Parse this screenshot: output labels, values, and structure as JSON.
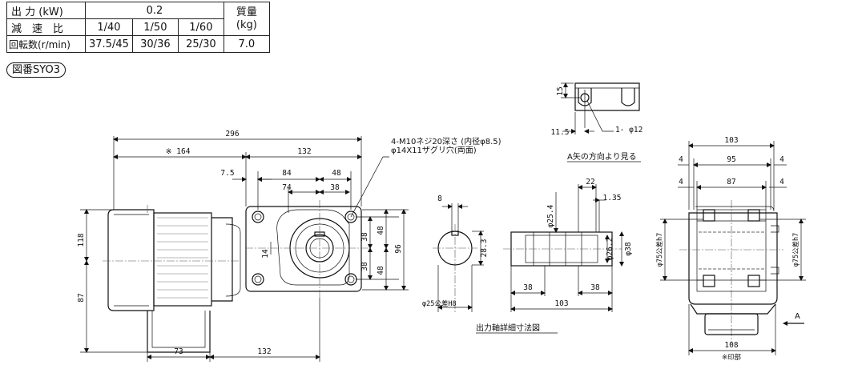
{
  "table": {
    "row1_label": "出 力 (kW)",
    "output_kw": "0.2",
    "mass_label_1": "質量",
    "mass_label_2": "(kg)",
    "row2_label": "減　速　比",
    "ratios": [
      "1/40",
      "1/50",
      "1/60"
    ],
    "row3_label": "回転数(r/min)",
    "speeds": [
      "37.5/45",
      "30/36",
      "25/30"
    ],
    "mass_value": "7.0"
  },
  "figure_label": "図番SYO3",
  "dims": {
    "d296": "296",
    "d164": "※ 164",
    "d132a": "132",
    "d7_5": "7.5",
    "d84": "84",
    "d48a": "48",
    "d74": "74",
    "d38a": "38",
    "d118": "118",
    "d87": "87",
    "d14": "14",
    "d38b": "38",
    "d38c": "38",
    "d48b": "48",
    "d48c": "48",
    "d96": "96",
    "d73": "73",
    "d132b": "132",
    "d8": "8",
    "d28_3": "28.3",
    "d25h8": "φ25公差H8",
    "d25_4": "φ25.4",
    "d22": "22",
    "d1_35": "1.35",
    "d26_2": "φ26.2",
    "d38dia": "φ38",
    "d38s1": "38",
    "d38s2": "38",
    "d103s": "103",
    "d15": "15",
    "d11_5": "11.5",
    "d1_12": "1- φ12",
    "d103t": "103",
    "d95": "95",
    "d87t": "87",
    "d4a": "4",
    "d4b": "4",
    "d4c": "4",
    "d4d": "4",
    "d75h7a": "φ75公差h7",
    "d75h7b": "φ75公差h7",
    "d108": "108",
    "d_stamp": "※印部"
  },
  "notes": {
    "screw_1": "4-M10ネジ20深さ (内径φ8.5)",
    "screw_2": "φ14X11ザグリ穴(両面)",
    "arrow_view": "A矢の方向より見る",
    "arrow_a": "A",
    "shaft_detail": "出力軸詳細寸法図"
  }
}
